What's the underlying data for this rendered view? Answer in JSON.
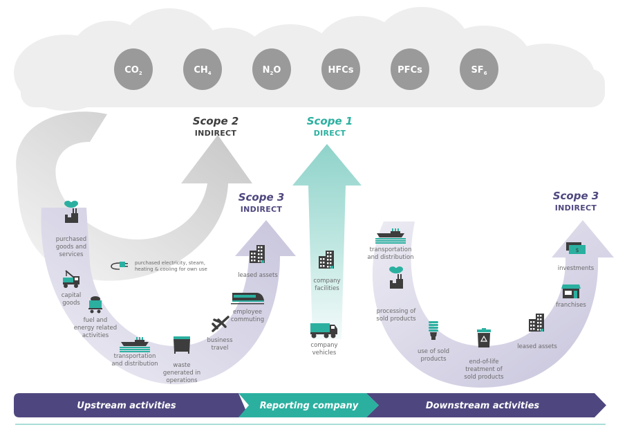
{
  "colors": {
    "teal": "#2bb0a0",
    "teal_light": "#a9ddd7",
    "purple": "#4e477f",
    "lavender": "#cfcde0",
    "gray_arrow": "#c9c9c9",
    "gas_circle": "#9a9a9a",
    "cloud": "#efefef",
    "icon_dark": "#3d3d3d",
    "caption": "#6a6a6a"
  },
  "gases": [
    {
      "base": "CO",
      "sub": "2",
      "tail": ""
    },
    {
      "base": "CH",
      "sub": "4",
      "tail": ""
    },
    {
      "base": "N",
      "sub": "2",
      "tail": "O"
    },
    {
      "base": "HFCs",
      "sub": "",
      "tail": ""
    },
    {
      "base": "PFCs",
      "sub": "",
      "tail": ""
    },
    {
      "base": "SF",
      "sub": "6",
      "tail": ""
    }
  ],
  "scopes": {
    "scope2": {
      "title": "Scope 2",
      "subtitle": "INDIRECT"
    },
    "scope1": {
      "title": "Scope 1",
      "subtitle": "DIRECT"
    },
    "scope3_upstream": {
      "title": "Scope 3",
      "subtitle": "INDIRECT"
    },
    "scope3_downstream": {
      "title": "Scope 3",
      "subtitle": "INDIRECT"
    }
  },
  "scope2_item": {
    "lines": [
      "purchased electricity, steam,",
      "heating & cooling for own use"
    ],
    "icon": "plug-icon"
  },
  "upstream_items": [
    {
      "icon": "factory-icon",
      "lines": [
        "purchased",
        "goods and",
        "services"
      ]
    },
    {
      "icon": "crane-truck-icon",
      "lines": [
        "capital",
        "goods"
      ]
    },
    {
      "icon": "fuel-cart-icon",
      "lines": [
        "fuel and",
        "energy related",
        "activities"
      ]
    },
    {
      "icon": "ship-icon",
      "lines": [
        "transportation",
        "and distribution"
      ]
    },
    {
      "icon": "dumpster-icon",
      "lines": [
        "waste",
        "generated in",
        "operations"
      ]
    },
    {
      "icon": "airplane-icon",
      "lines": [
        "business",
        "travel"
      ]
    },
    {
      "icon": "train-icon",
      "lines": [
        "employee",
        "commuting"
      ]
    },
    {
      "icon": "building-icon",
      "lines": [
        "leased assets"
      ]
    }
  ],
  "direct_items": [
    {
      "icon": "building-icon",
      "lines": [
        "company",
        "facilities"
      ]
    },
    {
      "icon": "truck-icon",
      "lines": [
        "company",
        "vehicles"
      ]
    }
  ],
  "downstream_items": [
    {
      "icon": "ship-icon",
      "lines": [
        "transportation",
        "and distribution"
      ]
    },
    {
      "icon": "factory-icon",
      "lines": [
        "processing of",
        "sold products"
      ]
    },
    {
      "icon": "light-bulb-icon",
      "lines": [
        "use of sold",
        "products"
      ]
    },
    {
      "icon": "recycle-bin-icon",
      "lines": [
        "end-of-life",
        "treatment of",
        "sold products"
      ]
    },
    {
      "icon": "building-icon",
      "lines": [
        "leased assets"
      ]
    },
    {
      "icon": "storefront-icon",
      "lines": [
        "franchises"
      ]
    },
    {
      "icon": "money-icon",
      "lines": [
        "investments"
      ]
    }
  ],
  "band": {
    "upstream": "Upstream activities",
    "reporting": "Reporting company",
    "downstream": "Downstream activities"
  }
}
